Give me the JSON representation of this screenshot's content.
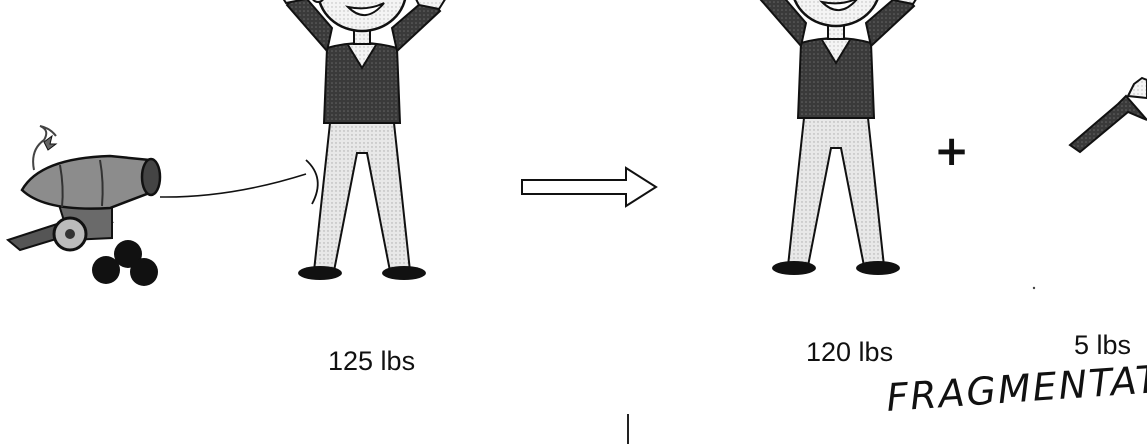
{
  "labels": {
    "initial_mass": "125 lbs",
    "remaining_mass": "120 lbs",
    "fragment_mass": "5 lbs"
  },
  "handwritten_note": "FRAGMENTATION",
  "symbols": {
    "plus": "+"
  },
  "icons": {
    "cannon": "cannon-icon",
    "person": "person-icon",
    "arm": "arm-fragment-icon",
    "arrow": "hollow-right-arrow-icon"
  },
  "colors": {
    "ink": "#111111",
    "shirt": "#3d3d3d",
    "pants": "#e4e4e4",
    "skin": "#f2f2f2",
    "cannon": "#8a8a8a"
  }
}
